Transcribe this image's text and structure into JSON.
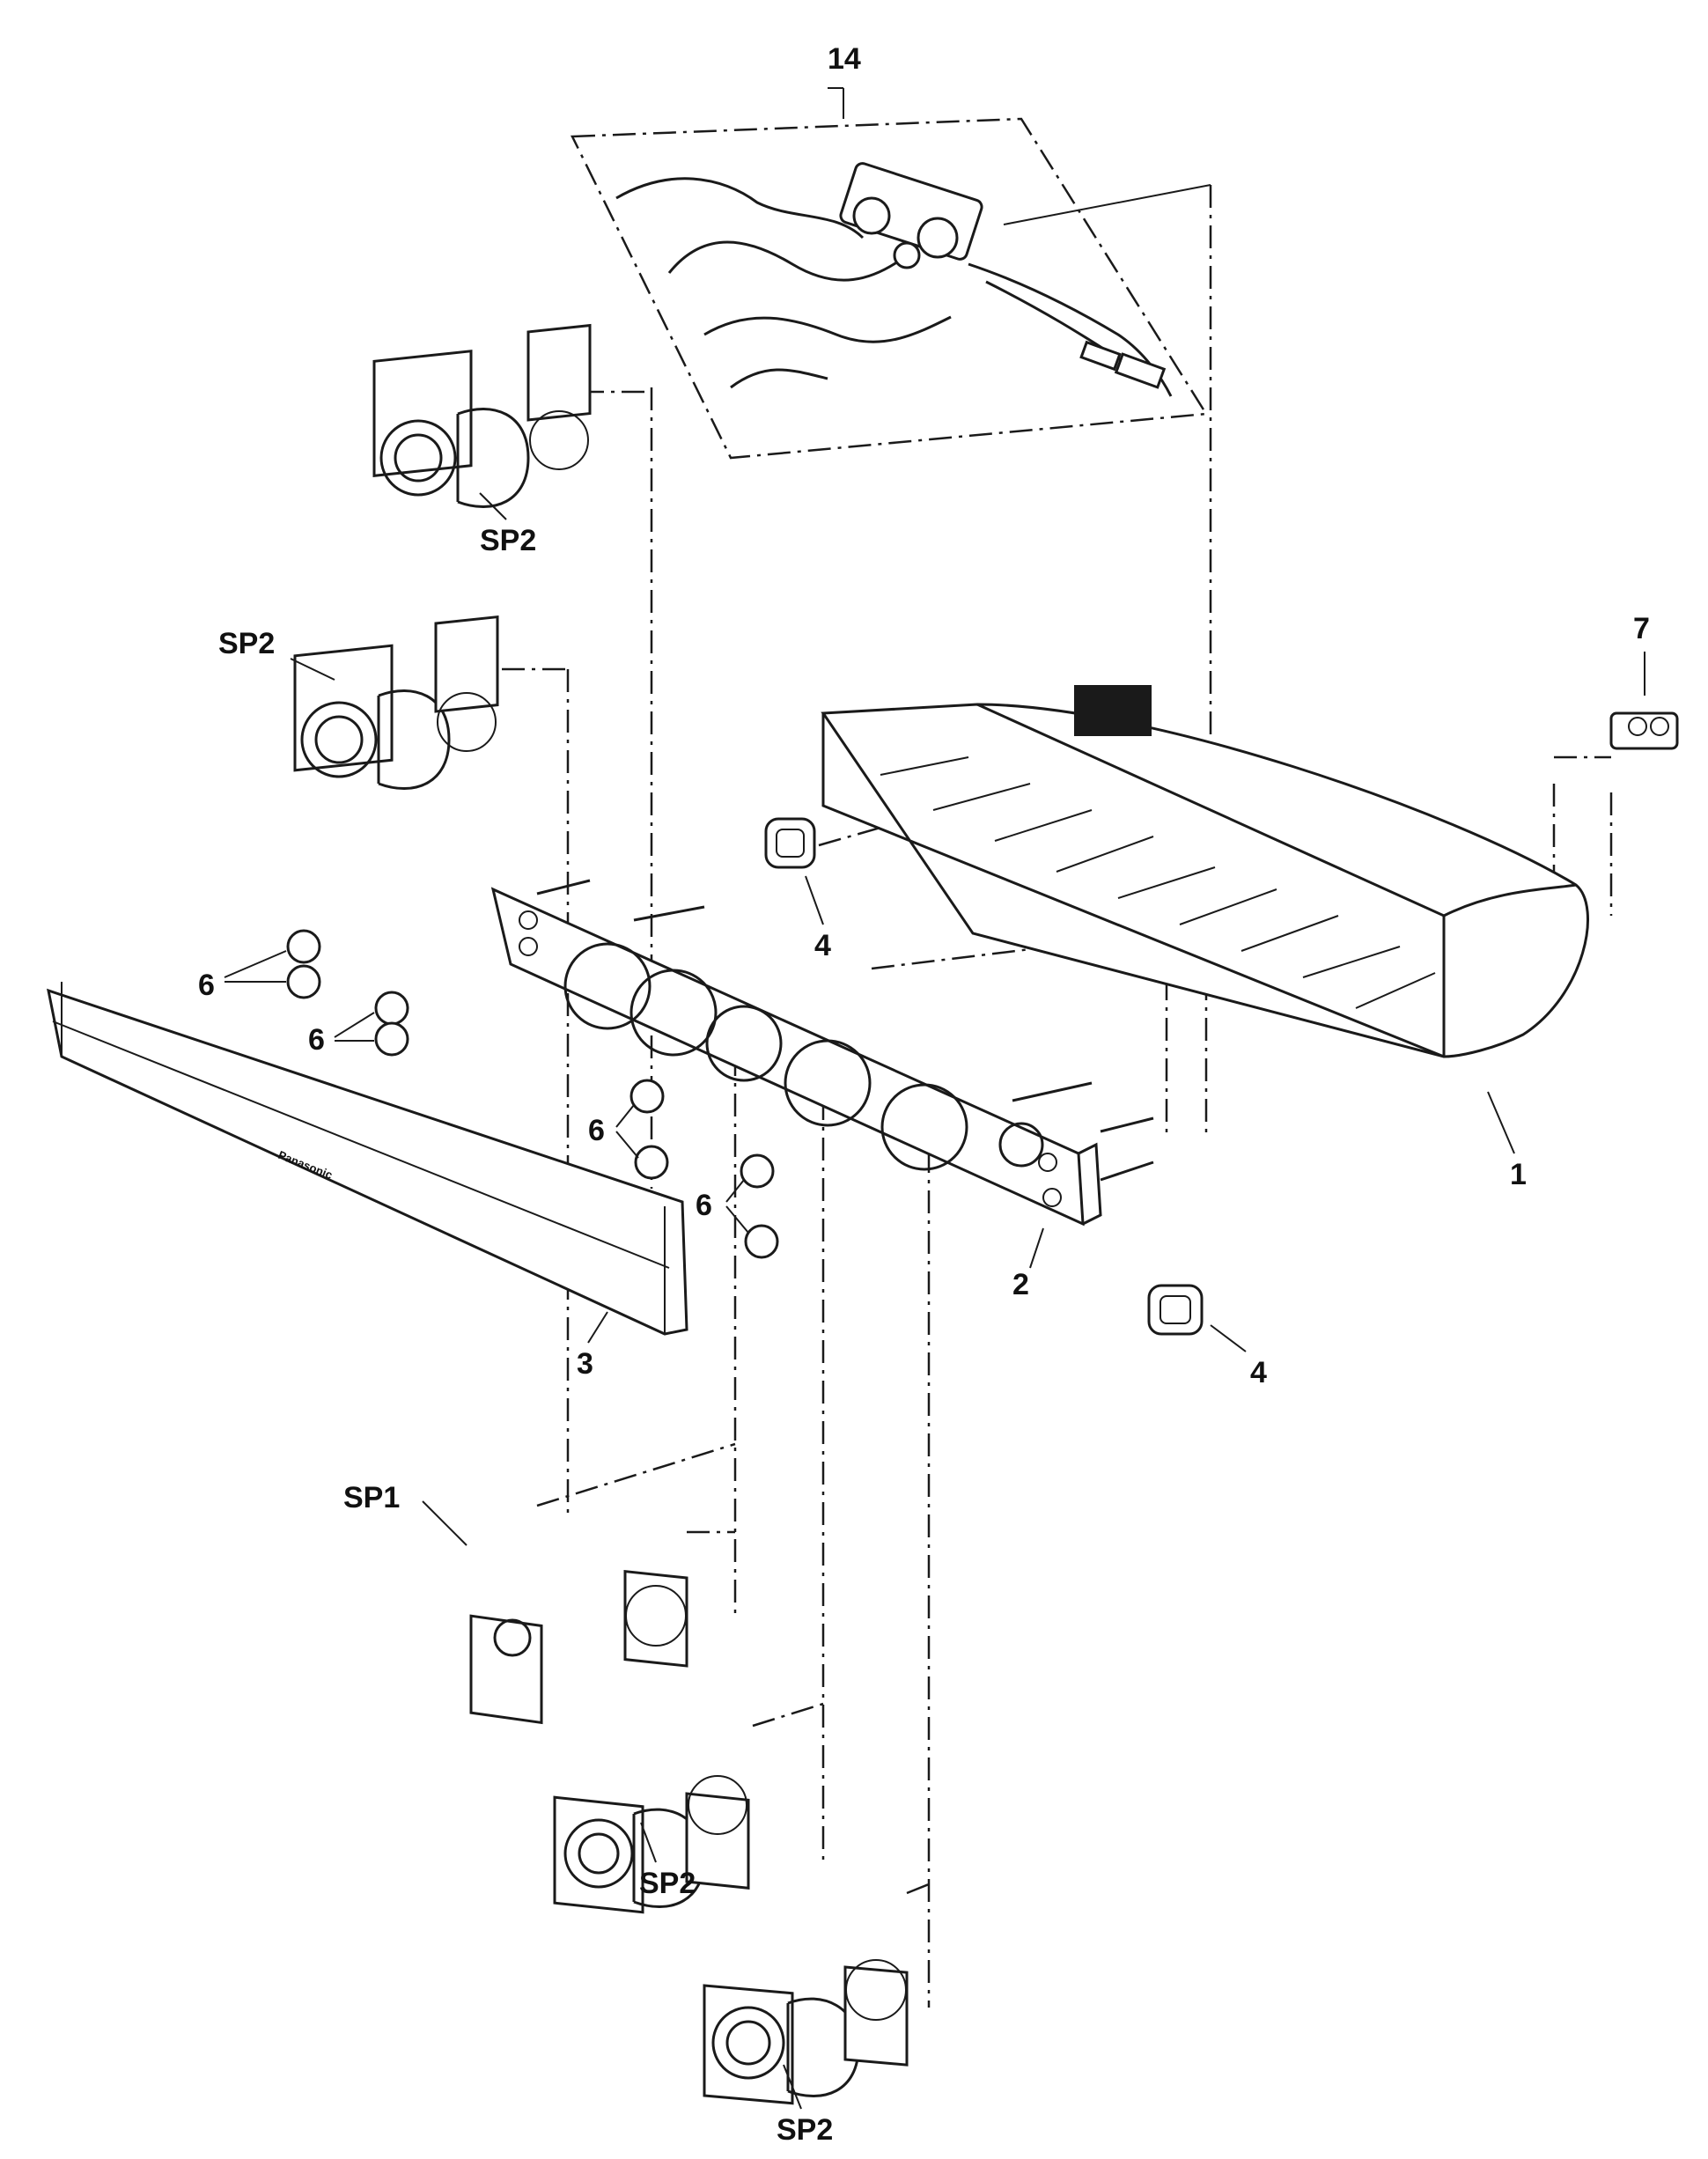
{
  "labels": {
    "part_14": "14",
    "part_7": "7",
    "part_4": "4",
    "part_1": "1",
    "part_2": "2",
    "part_3": "3",
    "part_6": "6",
    "sp1": "SP1",
    "sp2": "SP2"
  },
  "brand": "Panasonic",
  "colors": {
    "ink": "#1a1a1a",
    "paper": "#ffffff"
  }
}
